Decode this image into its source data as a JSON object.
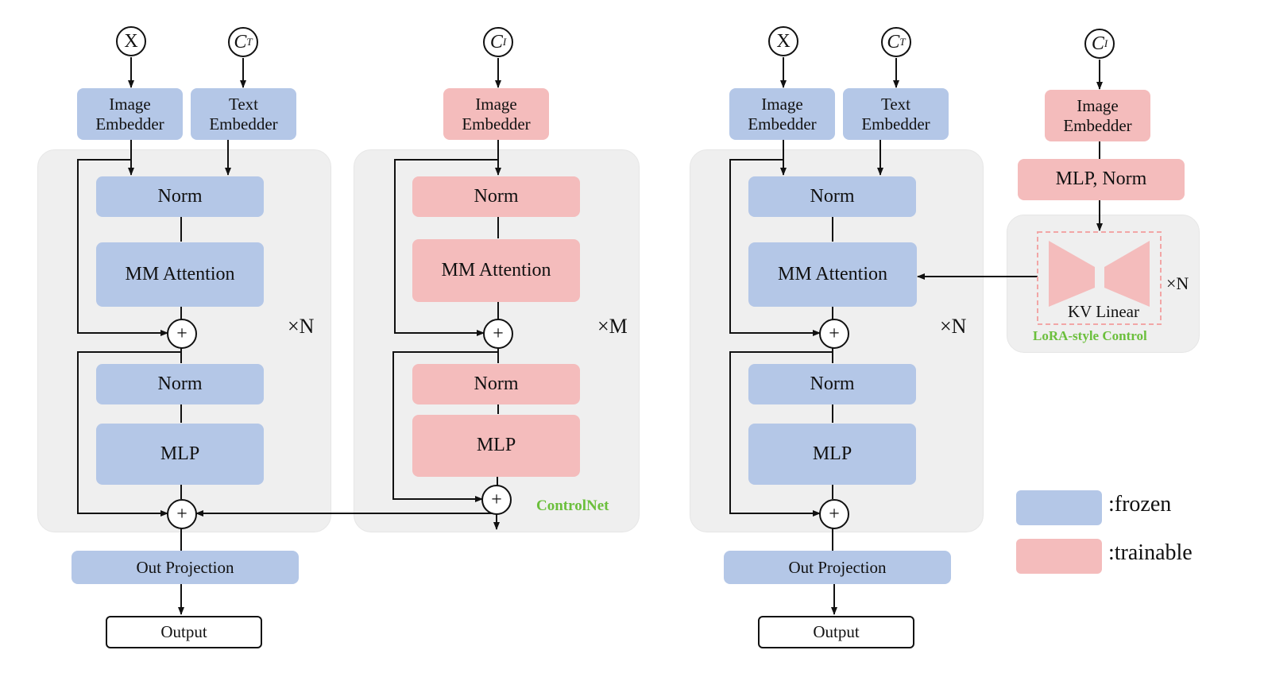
{
  "left": {
    "input_x": "X",
    "input_ct": "C",
    "input_ct_sub": "T",
    "image_embedder": "Image\nEmbedder",
    "text_embedder": "Text\nEmbedder",
    "norm1": "Norm",
    "attention": "MM Attention",
    "norm2": "Norm",
    "mlp": "MLP",
    "repeat": "×N",
    "out_projection": "Out Projection",
    "output": "Output"
  },
  "controlnet": {
    "input_ci": "C",
    "input_ci_sub": "I",
    "image_embedder": "Image\nEmbedder",
    "norm1": "Norm",
    "attention": "MM Attention",
    "norm2": "Norm",
    "mlp": "MLP",
    "repeat": "×M",
    "label": "ControlNet"
  },
  "right": {
    "input_x": "X",
    "input_ct": "C",
    "input_ct_sub": "T",
    "image_embedder": "Image\nEmbedder",
    "text_embedder": "Text\nEmbedder",
    "norm1": "Norm",
    "attention": "MM Attention",
    "norm2": "Norm",
    "mlp": "MLP",
    "repeat": "×N",
    "out_projection": "Out Projection",
    "output": "Output"
  },
  "lora": {
    "input_ci": "C",
    "input_ci_sub": "I",
    "image_embedder": "Image\nEmbedder",
    "mlp_norm": "MLP, Norm",
    "kv_linear": "KV Linear",
    "repeat": "×N",
    "label": "LoRA-style Control"
  },
  "legend": {
    "frozen": ":frozen",
    "trainable": ":trainable"
  },
  "colors": {
    "frozen": "#b4c7e7",
    "trainable": "#f4bcbc",
    "panel": "#efefef",
    "accent_label": "#6bbf3c"
  }
}
